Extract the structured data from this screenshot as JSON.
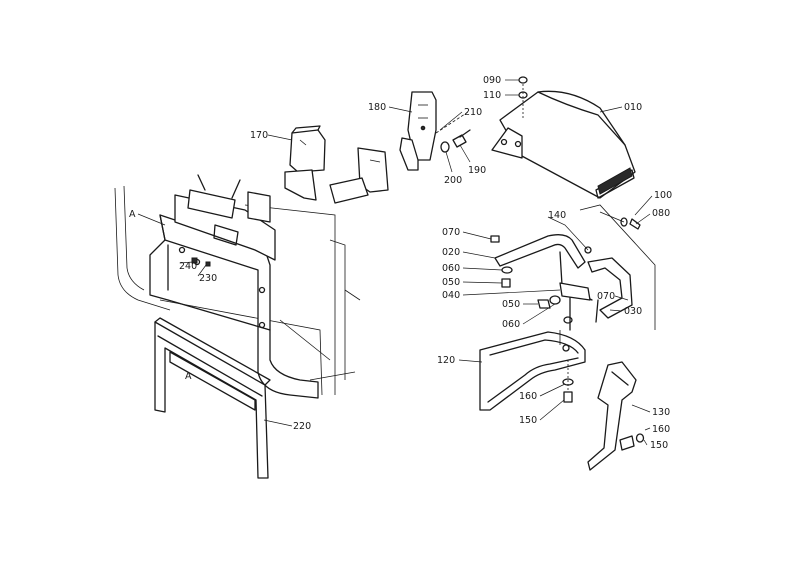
{
  "callouts": {
    "c010": "010",
    "c020": "020",
    "c030": "030",
    "c040": "040",
    "c050a": "050",
    "c050b": "050",
    "c060a": "060",
    "c060b": "060",
    "c070a": "070",
    "c070b": "070",
    "c080": "080",
    "c090": "090",
    "c100": "100",
    "c110": "110",
    "c120": "120",
    "c130": "130",
    "c140": "140",
    "c150a": "150",
    "c150b": "150",
    "c160a": "160",
    "c160b": "160",
    "c170": "170",
    "c180": "180",
    "c190": "190",
    "c200": "200",
    "c210": "210",
    "c220": "220",
    "c230": "230",
    "c240": "240",
    "markA1": "A",
    "markA2": "A"
  }
}
